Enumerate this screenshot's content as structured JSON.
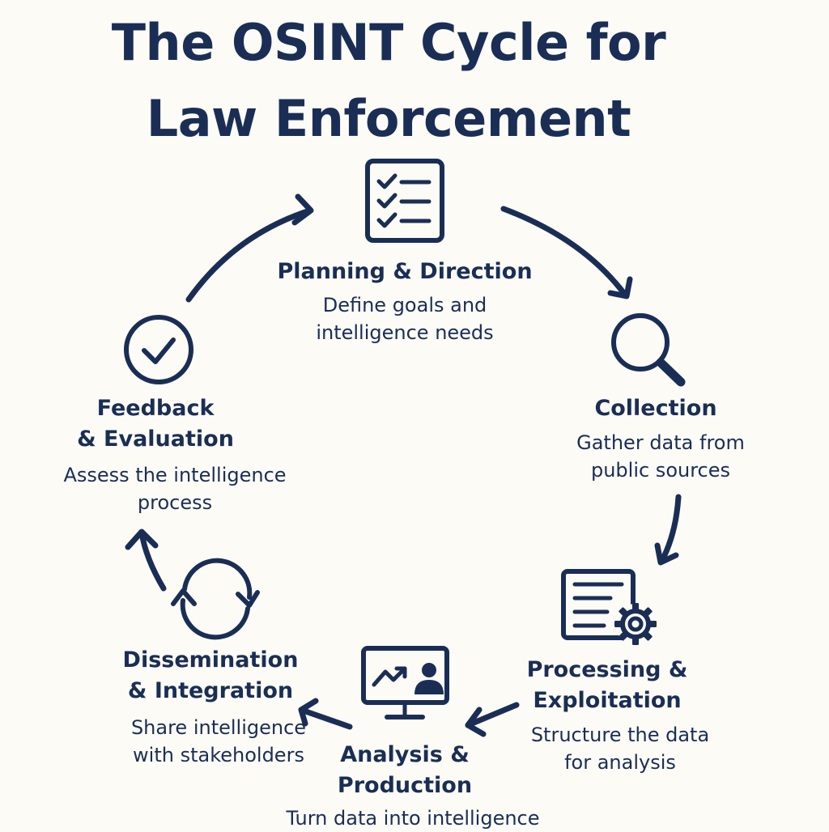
{
  "title": {
    "line1": "The OSINT Cycle for",
    "line2": "Law Enforcement"
  },
  "stages": [
    {
      "id": "planning",
      "icon": "checklist-icon",
      "title_lines": [
        "Planning & Direction"
      ],
      "desc_lines": [
        "Define goals and",
        "intelligence needs"
      ]
    },
    {
      "id": "collection",
      "icon": "magnifying-glass-icon",
      "title_lines": [
        "Collection"
      ],
      "desc_lines": [
        "Gather data from",
        "public sources"
      ]
    },
    {
      "id": "processing",
      "icon": "document-gear-icon",
      "title_lines": [
        "Processing &",
        "Exploitation"
      ],
      "desc_lines": [
        "Structure the data",
        "for analysis"
      ]
    },
    {
      "id": "analysis",
      "icon": "monitor-chart-user-icon",
      "title_lines": [
        "Analysis &",
        "Production"
      ],
      "desc_lines": [
        "Turn data into intelligence"
      ]
    },
    {
      "id": "dissemination",
      "icon": "refresh-cycle-icon",
      "title_lines": [
        "Dissemination",
        "& Integration"
      ],
      "desc_lines": [
        "Share intelligence",
        "with stakeholders"
      ]
    },
    {
      "id": "feedback",
      "icon": "check-circle-icon",
      "title_lines": [
        "Feedback",
        "& Evaluation"
      ],
      "desc_lines": [
        "Assess the intelligence",
        "process"
      ]
    }
  ],
  "colors": {
    "background": "#fcfbf6",
    "primary": "#1a2e55"
  }
}
